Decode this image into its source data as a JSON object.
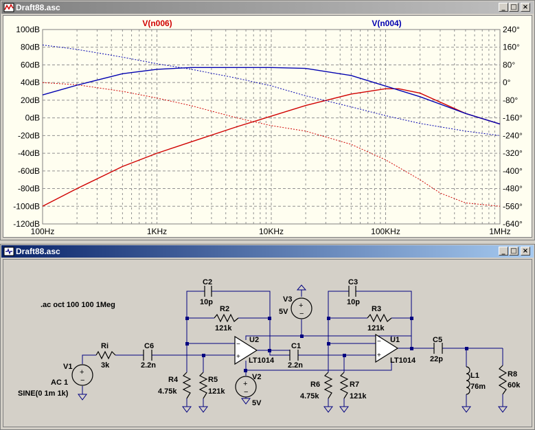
{
  "window_plot": {
    "title": "Draft88.asc"
  },
  "window_schematic": {
    "title": "Draft88.asc"
  },
  "window_buttons": {
    "minimize": "_",
    "maximize": "□",
    "close": "×"
  },
  "colors": {
    "trace1": "#d00000",
    "trace2": "#0000b0",
    "plot_bg": "#fffef0",
    "wire": "#000080",
    "component": "#000000"
  },
  "chart_data": {
    "type": "line",
    "x_scale": "log",
    "xlim": [
      100,
      1000000
    ],
    "x_ticks": [
      "100Hz",
      "1KHz",
      "10KHz",
      "100KHz",
      "1MHz"
    ],
    "ylim_left": [
      -120,
      100
    ],
    "y_ticks_left": [
      "100dB",
      "80dB",
      "60dB",
      "40dB",
      "20dB",
      "0dB",
      "-20dB",
      "-40dB",
      "-60dB",
      "-80dB",
      "-100dB",
      "-120dB"
    ],
    "ylim_right": [
      -640,
      240
    ],
    "y_ticks_right": [
      "240°",
      "160°",
      "80°",
      "0°",
      "-80°",
      "-160°",
      "-240°",
      "-320°",
      "-400°",
      "-480°",
      "-560°",
      "-640°"
    ],
    "grid": true,
    "series": [
      {
        "name": "V(n006)",
        "color": "#d00000",
        "magnitude_db": [
          [
            100,
            -100
          ],
          [
            200,
            -80
          ],
          [
            500,
            -55
          ],
          [
            1000,
            -40
          ],
          [
            2000,
            -27
          ],
          [
            5000,
            -10
          ],
          [
            10000,
            2
          ],
          [
            20000,
            14
          ],
          [
            50000,
            27
          ],
          [
            100000,
            33
          ],
          [
            130000,
            33
          ],
          [
            200000,
            28
          ],
          [
            500000,
            5
          ],
          [
            1000000,
            -7
          ]
        ],
        "phase_deg": [
          [
            100,
            0
          ],
          [
            200,
            -10
          ],
          [
            500,
            -40
          ],
          [
            1000,
            -70
          ],
          [
            2000,
            -105
          ],
          [
            5000,
            -160
          ],
          [
            10000,
            -195
          ],
          [
            20000,
            -220
          ],
          [
            50000,
            -280
          ],
          [
            100000,
            -350
          ],
          [
            200000,
            -440
          ],
          [
            300000,
            -500
          ],
          [
            500000,
            -545
          ],
          [
            1000000,
            -560
          ]
        ]
      },
      {
        "name": "V(n004)",
        "color": "#0000b0",
        "magnitude_db": [
          [
            100,
            26
          ],
          [
            200,
            37
          ],
          [
            500,
            50
          ],
          [
            1000,
            55
          ],
          [
            2000,
            57
          ],
          [
            5000,
            57
          ],
          [
            10000,
            57
          ],
          [
            20000,
            56
          ],
          [
            50000,
            48
          ],
          [
            100000,
            36
          ],
          [
            200000,
            24
          ],
          [
            500000,
            5
          ],
          [
            1000000,
            -7
          ]
        ],
        "phase_deg": [
          [
            100,
            170
          ],
          [
            200,
            150
          ],
          [
            500,
            115
          ],
          [
            1000,
            85
          ],
          [
            2000,
            60
          ],
          [
            5000,
            20
          ],
          [
            10000,
            -15
          ],
          [
            20000,
            -60
          ],
          [
            50000,
            -110
          ],
          [
            100000,
            -150
          ],
          [
            200000,
            -185
          ],
          [
            500000,
            -220
          ],
          [
            1000000,
            -240
          ]
        ]
      }
    ]
  },
  "schematic": {
    "directive": ".ac oct 100 100 1Meg",
    "parts": {
      "V1": {
        "name": "V1",
        "value": "AC 1",
        "value2": "SINE(0 1m 1k)"
      },
      "Ri": {
        "name": "Ri",
        "value": "3k"
      },
      "C6": {
        "name": "C6",
        "value": "2.2n"
      },
      "C2": {
        "name": "C2",
        "value": "10p"
      },
      "R2": {
        "name": "R2",
        "value": "121k"
      },
      "V3": {
        "name": "V3",
        "value": "5V"
      },
      "U2": {
        "name": "U2",
        "value": "LT1014"
      },
      "R4": {
        "name": "R4",
        "value": "4.75k"
      },
      "R5": {
        "name": "R5",
        "value": "121k"
      },
      "V2": {
        "name": "V2",
        "value": "5V"
      },
      "C1": {
        "name": "C1",
        "value": "2.2n"
      },
      "C3": {
        "name": "C3",
        "value": "10p"
      },
      "R3": {
        "name": "R3",
        "value": "121k"
      },
      "U1": {
        "name": "U1",
        "value": "LT1014"
      },
      "R6": {
        "name": "R6",
        "value": "4.75k"
      },
      "R7": {
        "name": "R7",
        "value": "121k"
      },
      "C5": {
        "name": "C5",
        "value": "22p"
      },
      "L1": {
        "name": "L1",
        "value": "76m"
      },
      "R8": {
        "name": "R8",
        "value": "60k"
      }
    }
  }
}
